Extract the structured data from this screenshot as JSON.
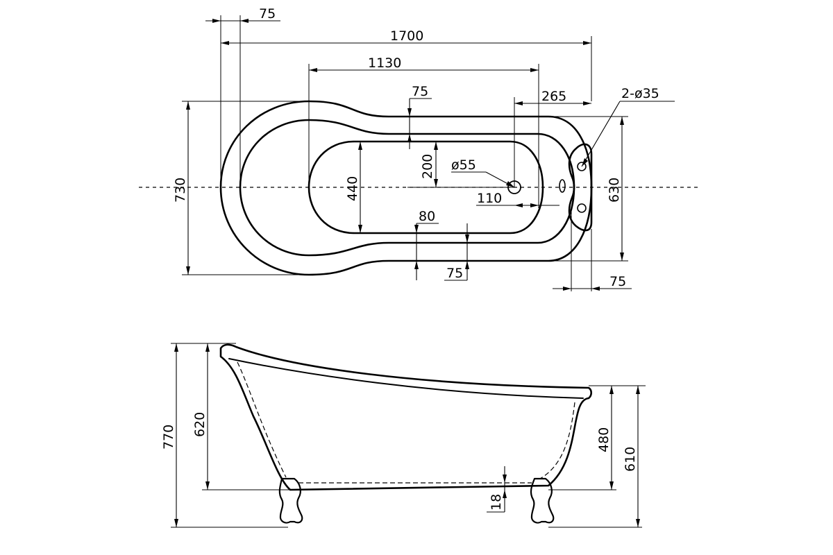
{
  "top_view": {
    "overall_length": "1700",
    "end_wall_left": "75",
    "basin_length": "1130",
    "rim_top": "75",
    "drain_offset": "265",
    "overflow_holes": "2-ø35",
    "basin_half_depth": "200",
    "drain_diameter": "ø55",
    "basin_width": "440",
    "drain_to_end": "110",
    "overall_width": "730",
    "narrow_width": "630",
    "rim_bottom_a": "80",
    "rim_bottom_b": "75",
    "end_wall_right": "75"
  },
  "side_view": {
    "total_height": "770",
    "head_height": "620",
    "foot_height": "480",
    "rim_height": "610",
    "floor_clearance": "18"
  }
}
